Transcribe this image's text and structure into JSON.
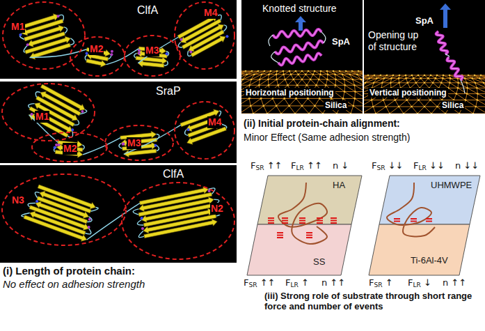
{
  "diagram": {
    "nodes": [
      {
        "text": [
          "ClfA"
        ]
      },
      {
        "text": [
          "M1"
        ],
        "in": 0
      },
      {
        "text": [
          "M2"
        ],
        "in": 0
      },
      {
        "text": [
          "M3"
        ],
        "in": 0
      },
      {
        "text": [
          "M4"
        ],
        "in": 0
      },
      {
        "text": [
          "SraP"
        ]
      },
      {
        "text": [
          "M1"
        ],
        "in": 5
      },
      {
        "text": [
          "M2"
        ],
        "in": 5
      },
      {
        "text": [
          "M3"
        ],
        "in": 5
      },
      {
        "text": [
          "M4"
        ],
        "in": 5
      },
      {
        "text": [
          "ClfA"
        ]
      },
      {
        "text": [
          "N3"
        ],
        "in": 10
      },
      {
        "text": [
          "N2"
        ],
        "in": 10
      },
      {
        "text": [
          "Knotted structure",
          "SpA",
          "Horizontal positioning",
          "Silica"
        ]
      },
      {
        "text": [
          "Opening up of structure",
          "SpA",
          "Vertical positioning",
          "Silica"
        ]
      },
      {
        "text": [
          "HA"
        ]
      },
      {
        "text": [
          "SS"
        ]
      },
      {
        "text": [
          "UHMWPE"
        ]
      },
      {
        "text": [
          "Ti-6Al-4V"
        ]
      }
    ],
    "labels": [
      "(i) Length of protein chain:",
      "No effect on adhesion strength",
      "(ii) Initial protein-chain alignment:",
      "Minor Effect (Same adhesion strength)",
      "FSR ↑↑",
      "FLR ↑↑",
      "n ↓",
      "FSR ↑↑",
      "FLR ↑",
      "n ↑↑",
      "FSR ↓↓",
      "FLR ↓↓",
      "n ↓↓",
      "FSR ↑",
      "FLR ↓",
      "n ↑↑",
      "(iii) Strong role of substrate through short range force and number of events"
    ]
  }
}
